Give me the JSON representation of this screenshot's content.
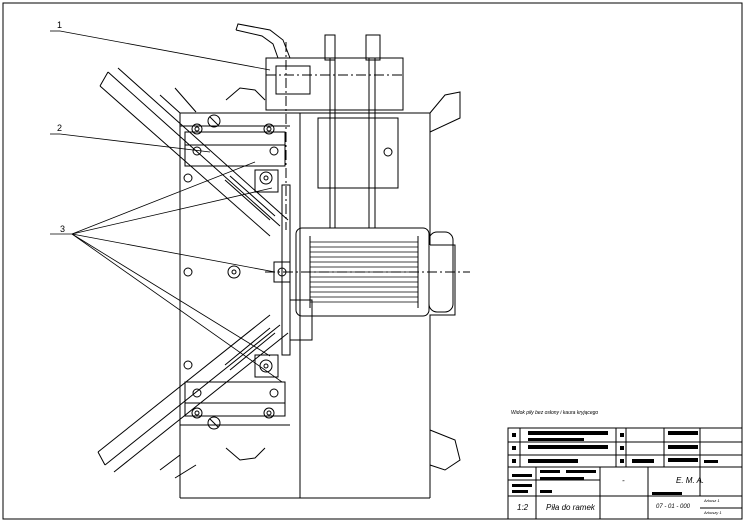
{
  "callouts": [
    "1",
    "2",
    "3"
  ],
  "note": "Widok piły bez osłony i kaura kryjącego",
  "title_block": {
    "scale": "1:2",
    "title": "Piła do ramek",
    "drawing_number": "07 - 01 - 000",
    "company": "E. M. A.",
    "dash": "-",
    "sheet_1": "Arkusz 1",
    "sheet_2": "Arkuszy 1"
  }
}
